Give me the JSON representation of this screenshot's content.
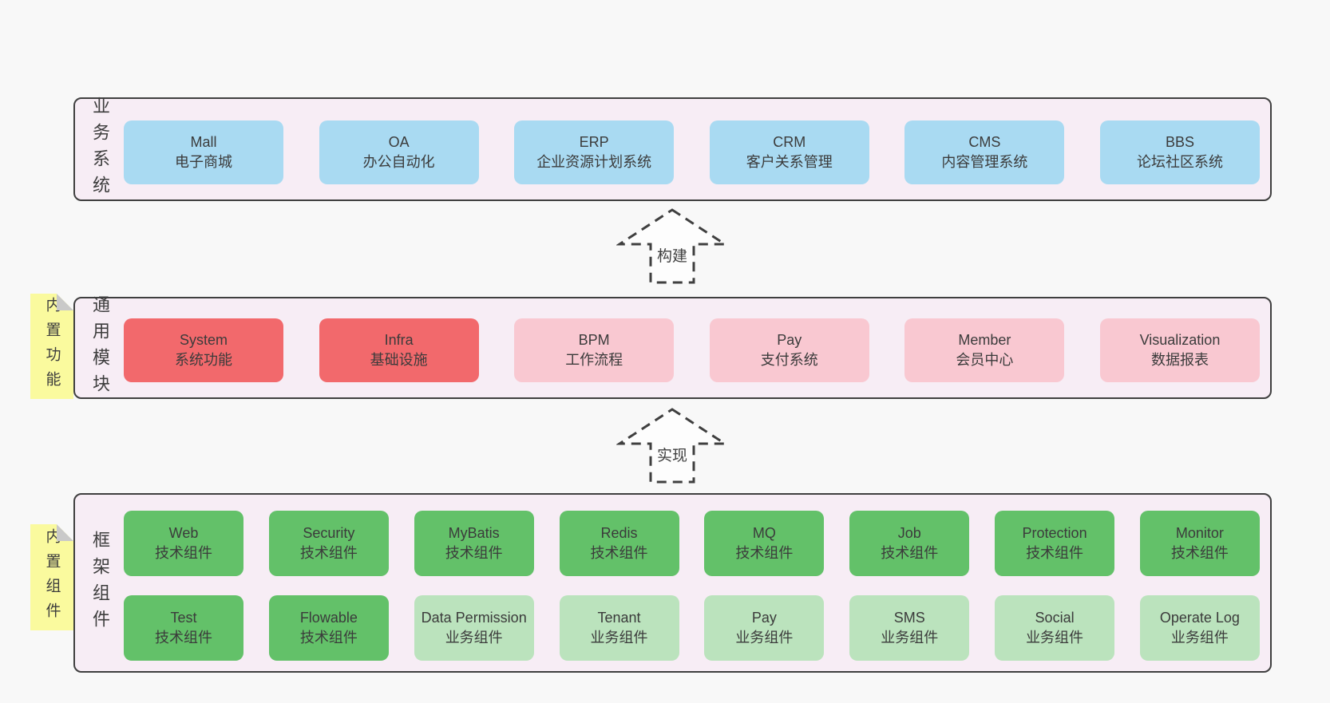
{
  "diagram": {
    "colors": {
      "page_bg": "#f8f8f8",
      "band_bg": "#f7edf5",
      "band_border": "#3f3f3f",
      "box_blue": "#a9daf2",
      "box_red": "#f2696c",
      "box_pink": "#f9c8d1",
      "box_green": "#63c169",
      "box_green_light": "#bbe3bd",
      "sticky_yellow": "#fafa9e",
      "sticky_fold_gray": "#c9c9c9"
    },
    "arrows": [
      {
        "label": "构建"
      },
      {
        "label": "实现"
      }
    ],
    "stickies": [
      {
        "label": "内置功能"
      },
      {
        "label": "内置组件"
      }
    ],
    "bands": [
      {
        "label": "业务系统",
        "boxes": [
          {
            "title": "Mall",
            "subtitle": "电子商城"
          },
          {
            "title": "OA",
            "subtitle": "办公自动化"
          },
          {
            "title": "ERP",
            "subtitle": "企业资源计划系统"
          },
          {
            "title": "CRM",
            "subtitle": "客户关系管理"
          },
          {
            "title": "CMS",
            "subtitle": "内容管理系统"
          },
          {
            "title": "BBS",
            "subtitle": "论坛社区系统"
          }
        ]
      },
      {
        "label": "通用模块",
        "boxes": [
          {
            "title": "System",
            "subtitle": "系统功能"
          },
          {
            "title": "Infra",
            "subtitle": "基础设施"
          },
          {
            "title": "BPM",
            "subtitle": "工作流程"
          },
          {
            "title": "Pay",
            "subtitle": "支付系统"
          },
          {
            "title": "Member",
            "subtitle": "会员中心"
          },
          {
            "title": "Visualization",
            "subtitle": "数据报表"
          }
        ]
      },
      {
        "label": "框架组件",
        "rows": [
          [
            {
              "title": "Web",
              "subtitle": "技术组件"
            },
            {
              "title": "Security",
              "subtitle": "技术组件"
            },
            {
              "title": "MyBatis",
              "subtitle": "技术组件"
            },
            {
              "title": "Redis",
              "subtitle": "技术组件"
            },
            {
              "title": "MQ",
              "subtitle": "技术组件"
            },
            {
              "title": "Job",
              "subtitle": "技术组件"
            },
            {
              "title": "Protection",
              "subtitle": "技术组件"
            },
            {
              "title": "Monitor",
              "subtitle": "技术组件"
            }
          ],
          [
            {
              "title": "Test",
              "subtitle": "技术组件"
            },
            {
              "title": "Flowable",
              "subtitle": "技术组件"
            },
            {
              "title": "Data Permission",
              "subtitle": "业务组件"
            },
            {
              "title": "Tenant",
              "subtitle": "业务组件"
            },
            {
              "title": "Pay",
              "subtitle": "业务组件"
            },
            {
              "title": "SMS",
              "subtitle": "业务组件"
            },
            {
              "title": "Social",
              "subtitle": "业务组件"
            },
            {
              "title": "Operate Log",
              "subtitle": "业务组件"
            }
          ]
        ]
      }
    ]
  }
}
